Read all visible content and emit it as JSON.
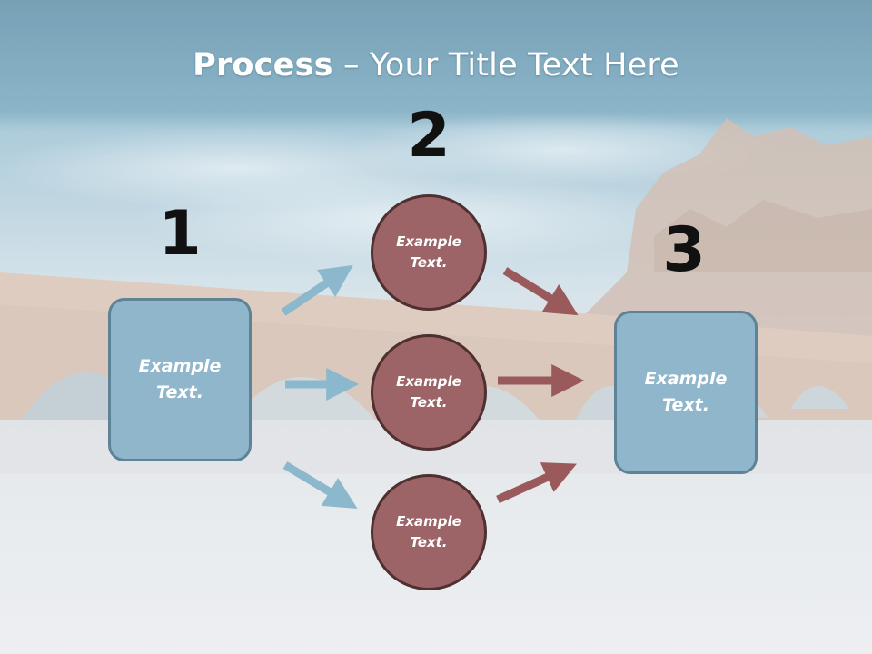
{
  "slide": {
    "title_bold": "Process",
    "title_rest": " – Your Title Text Here",
    "steps": [
      {
        "number": "1",
        "text": "Example\nText."
      },
      {
        "number": "2",
        "items": [
          "Example\nText.",
          "Example\nText.",
          "Example\nText."
        ]
      },
      {
        "number": "3",
        "text": "Example\nText."
      }
    ]
  },
  "colors": {
    "box_fill": "#8fb6cb",
    "box_border": "#5e8396",
    "circle_fill": "#9c6466",
    "circle_border": "#4f2f30",
    "arrow_blue": "#8cb8cd",
    "arrow_red": "#9a5a5c",
    "header_band": "#5d90aa"
  }
}
